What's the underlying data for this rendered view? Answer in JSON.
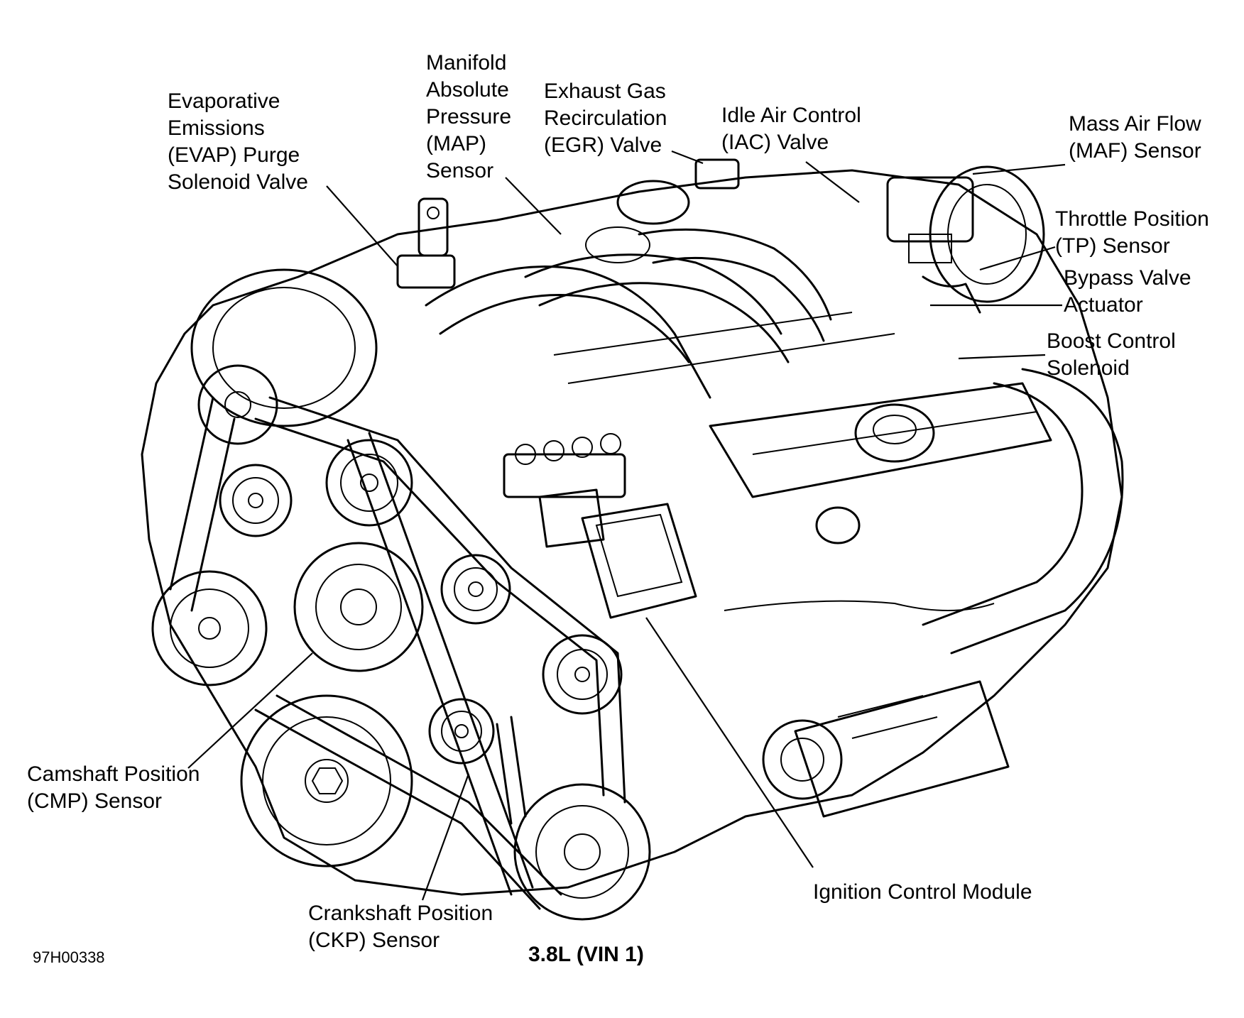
{
  "labels": {
    "evap": [
      "Evaporative",
      "Emissions",
      "(EVAP) Purge",
      "Solenoid Valve"
    ],
    "map": [
      "Manifold",
      "Absolute",
      "Pressure",
      "(MAP)",
      "Sensor"
    ],
    "egr": [
      "Exhaust Gas",
      "Recirculation",
      "(EGR) Valve"
    ],
    "iac": [
      "Idle Air Control",
      "(IAC) Valve"
    ],
    "maf": [
      "Mass Air Flow",
      "(MAF) Sensor"
    ],
    "tp": [
      "Throttle Position",
      "(TP) Sensor"
    ],
    "bypass": [
      "Bypass Valve",
      "Actuator"
    ],
    "boost": [
      "Boost Control",
      "Solenoid"
    ],
    "cmp": [
      "Camshaft Position",
      "(CMP) Sensor"
    ],
    "ckp": [
      "Crankshaft Position",
      "(CKP) Sensor"
    ],
    "icm": [
      "Ignition Control Module"
    ]
  },
  "figure": {
    "ref_code": "97H00338",
    "caption": "3.8L (VIN 1)"
  }
}
